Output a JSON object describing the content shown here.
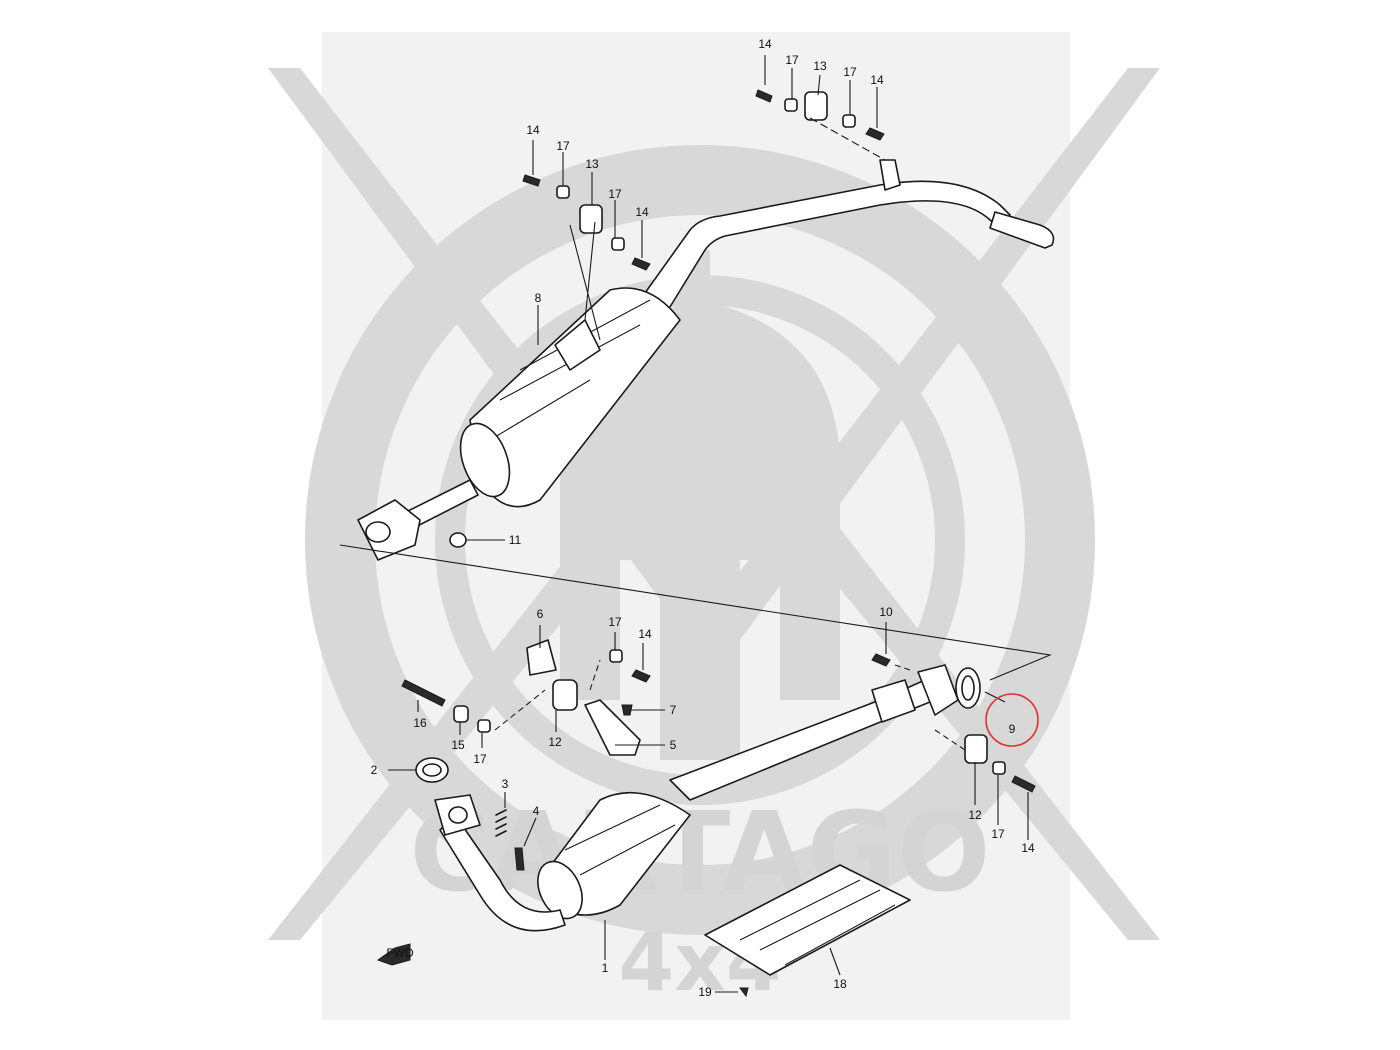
{
  "watermark": {
    "brand": "CARTAGO",
    "sub": "4x4"
  },
  "fwd_label": "FWD",
  "highlight_color": "#e03030",
  "callouts": {
    "c14a": "14",
    "c17a": "17",
    "c13a": "13",
    "c17b": "17",
    "c14b": "14",
    "c14c": "14",
    "c17c": "17",
    "c13b": "13",
    "c17d": "17",
    "c14d": "14",
    "c8": "8",
    "c11": "11",
    "c6": "6",
    "c17e": "17",
    "c14e": "14",
    "c10": "10",
    "c16": "16",
    "c15": "15",
    "c17f": "17",
    "c12a": "12",
    "c7": "7",
    "c5": "5",
    "c2": "2",
    "c3": "3",
    "c4": "4",
    "c9": "9",
    "c12b": "12",
    "c17g": "17",
    "c14f": "14",
    "c1": "1",
    "c18": "18",
    "c19": "19"
  }
}
